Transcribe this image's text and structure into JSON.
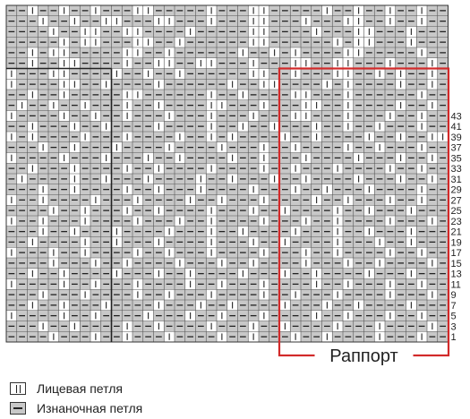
{
  "diagram": {
    "title": "",
    "cols": 42,
    "rows": 32,
    "row_numbers": [
      "43",
      "41",
      "39",
      "37",
      "35",
      "33",
      "31",
      "29",
      "27",
      "25",
      "23",
      "21",
      "19",
      "17",
      "15",
      "13",
      "11",
      "9",
      "7",
      "5",
      "3",
      "1"
    ],
    "repeat_label": "Раппорт",
    "colors": {
      "knit_bg": "#ffffff",
      "purl_bg": "#c8c8c8",
      "grid": "#555555",
      "stroke": "#222222",
      "repeat_frame": "#d22a2a"
    },
    "cells": [
      "-- -- -- ---  ----- ---  ----- -- -- -- ---",
      "--- -- --  ---  --- ---  --- ---  -- -- ---",
      "---- --  --  ---- -----  ---- ---  --- ----",
      "----- -  ---  -- ------  ------ -  --- ----",
      "-- -  -----  -- ------ -- - ----  ----- ---",
      "-- --  ---- --  --  --- ---  --  --- --- --",
      " ---  ---- -- -- ------  -- ---  -- - -- --",
      " ----  -- ---- ------ --  ---- - ---- -- --",
      "-- -- -----  ------ -- ----  --- ------ --",
      "- -- -- --- -- ----  --- ---  -- ---- -- --",
      " ---- -- -- --- --- --- ---  --- --- -- ---",
      "-- --- -- ---- ---- -- -- --- -- -- --- -- ",
      " - ---- --- ---- -- - ---- -- ---- -- --  -",
      "--- -- --- ---- ---- --- -- ---- -- --- ---",
      " ---- --- --- -- ---- -- --- ---- --- -- - ",
      "-- --- ---- -- ---- ---- -- --- ---- -- ---",
      "- ---- -- --- ---- -- --- -- ---- --- -- --",
      "--- -- ---- -- --- ---- --- -- --- ---- -- ",
      " -- ---- --- ---- -- --- ---- -- --- -- ---",
      "---- -- --- -- ---- --- -- ---- -- --- ----",
      " -- --- ---- --- -- ---- --- -- ---- --- - ",
      "--- -- --- ---- --- -- ---- --- -- --- ----",
      "-- ---- -- --- ---- --- -- ---- --- -- --- ",
      " --- -- ---- -- --- ---- --- -- ---- -- ---",
      "---- --- -- ---- --- -- ---- --- -- ---- - ",
      "-- -- ---- --- -- ---- --- -- ---- --- ----",
      " ---- -- --- ---- -- --- ---- -- --- -- -- ",
      "--- --- ---- -- --- ---- -- --- ---- --- --",
      "-- -- --- ---- --- -- ---- --- -- ---- ----",
      " ---- -- ---- --- -- --- ---- -- --- -- -- ",
      "--- -- ---- -- ---- --- -- ---- --- ---- --",
      "---- --- -- --- ---- -- --- -- ---- --- ---"
    ]
  },
  "legend": {
    "knit_label": "Лицевая петля",
    "purl_label": "Изнаночная петля"
  }
}
